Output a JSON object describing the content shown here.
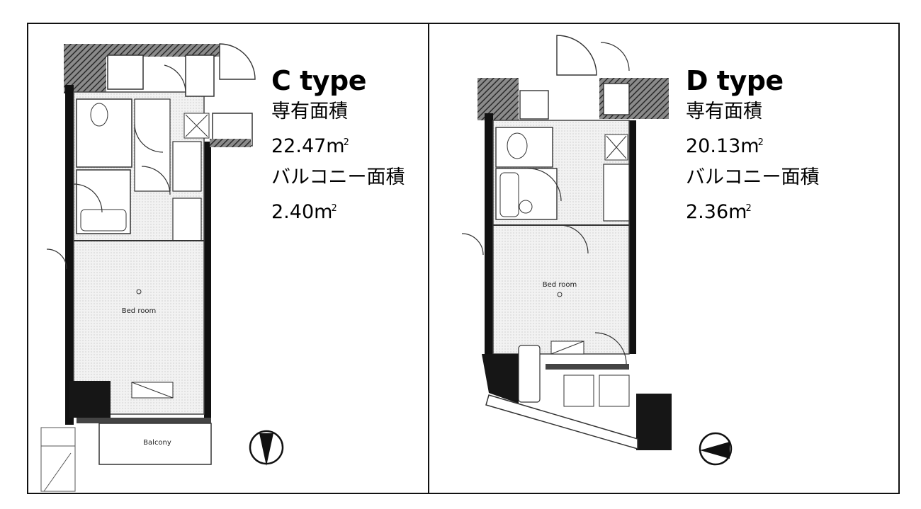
{
  "c_type": {
    "title": "C type",
    "area_label": "専有面積",
    "area_value": "22.47",
    "area_unit": "m",
    "balcony_label": "バルコニー面積",
    "balcony_value": "2.40",
    "balcony_unit": "m",
    "room_label": "Bed room",
    "balcony_room_label": "Balcony",
    "unit_sup": "2"
  },
  "d_type": {
    "title": "D type",
    "area_label": "専有面積",
    "area_value": "20.13",
    "area_unit": "m",
    "balcony_label": "バルコニー面積",
    "balcony_value": "2.36",
    "balcony_unit": "m",
    "room_label": "Bed room",
    "unit_sup": "2"
  },
  "icons": {
    "north_arrow_c": "north-arrow-icon",
    "north_arrow_d": "north-arrow-icon"
  }
}
